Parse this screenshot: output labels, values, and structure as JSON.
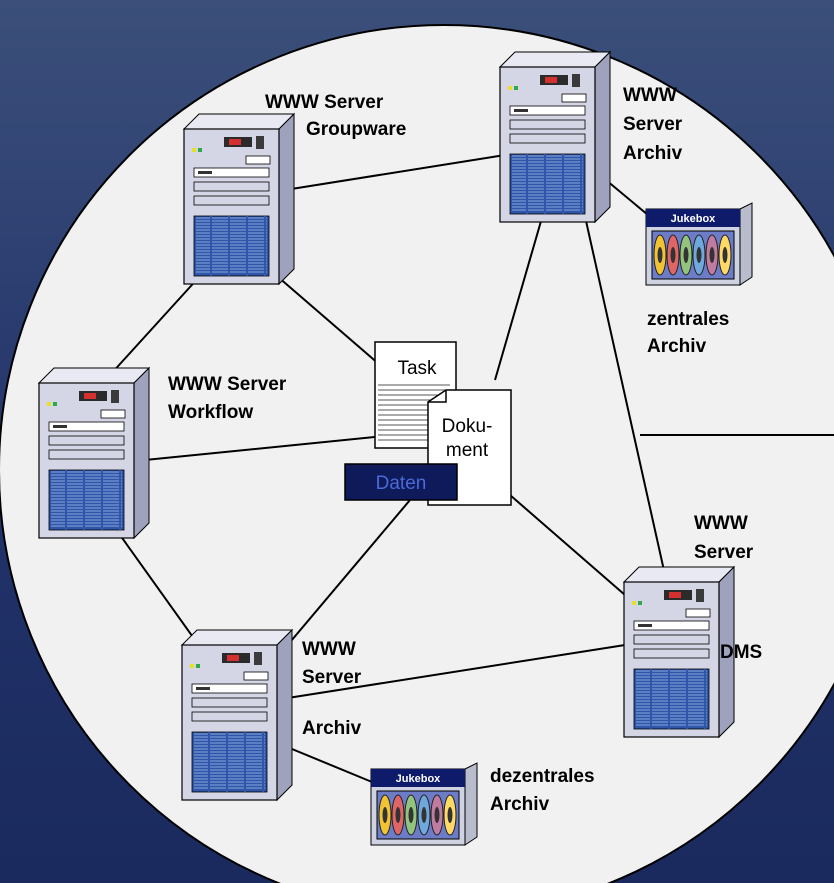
{
  "labels": {
    "groupware": [
      "WWW Server",
      "Groupware"
    ],
    "archiv_top": [
      "WWW",
      "Server",
      "Archiv"
    ],
    "zentral": [
      "zentrales",
      "Archiv"
    ],
    "workflow": [
      "WWW Server",
      "Workflow"
    ],
    "dms_top": [
      "WWW",
      "Server"
    ],
    "dms": "DMS",
    "bottom_server": [
      "WWW",
      "Server"
    ],
    "bottom_archiv": "Archiv",
    "dezentral": [
      "dezentrales",
      "Archiv"
    ]
  },
  "documents": {
    "task": "Task",
    "dokument": [
      "Doku-",
      "ment"
    ],
    "daten": "Daten"
  },
  "jukebox_label": "Jukebox",
  "colors": {
    "background_top": "#3b4f7a",
    "background_bottom": "#1a2a5e",
    "circle_fill": "#f1f1f1",
    "server_body": "#d4d6e6",
    "server_grill": "#2f56a8",
    "jukebox_header": "#0e1a6a",
    "daten_fill": "#0e1a5a",
    "daten_text": "#4a6ad8"
  }
}
